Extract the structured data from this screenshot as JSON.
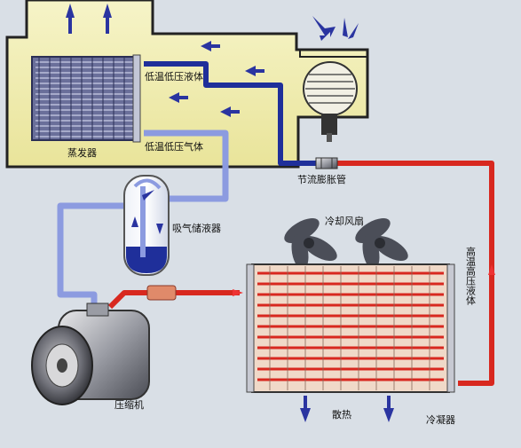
{
  "labels": {
    "low_temp_low_pressure_liquid": "低温低压液体",
    "low_temp_low_pressure_gas": "低温低压气体",
    "evaporator": "蒸发器",
    "expansion_valve": "节流膨胀管",
    "accumulator": "吸气储液器",
    "cooling_fan": "冷却风扇",
    "high_temp_high_pressure_liquid": "高温高压液体",
    "compressor": "压缩机",
    "heat_dissipation": "散热",
    "condenser": "冷凝器"
  },
  "colors": {
    "background": "#d9dfe6",
    "duct": "#f1eeb3",
    "low_pressure_liquid_line": "#1f2f9a",
    "low_pressure_gas_line": "#8c9be0",
    "high_pressure_line": "#d8281f",
    "arrow": "#2a34a0"
  }
}
